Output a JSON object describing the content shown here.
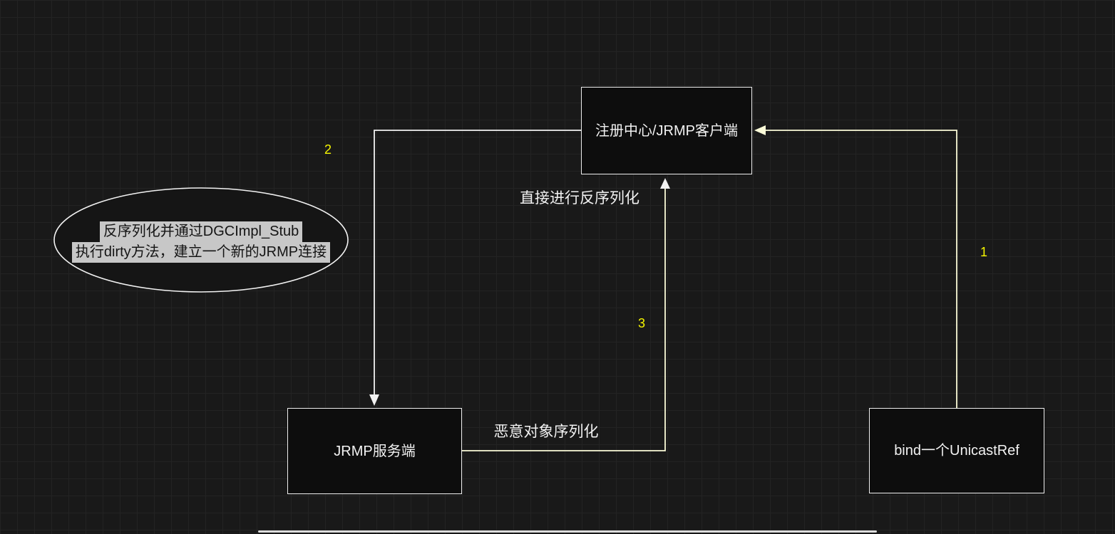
{
  "canvas": {
    "background": "#191919",
    "grid_color": "#232323"
  },
  "nodes": {
    "registry": {
      "label": "注册中心/JRMP客户端"
    },
    "jrmp_server": {
      "label": "JRMP服务端"
    },
    "bind_unicastref": {
      "label": "bind一个UnicastRef"
    }
  },
  "note": {
    "line1": "反序列化并通过DGCImpl_Stub",
    "line2": "执行dirty方法，建立一个新的JRMP连接"
  },
  "edges": {
    "step1": {
      "number": "1"
    },
    "step2": {
      "number": "2"
    },
    "step3": {
      "number": "3",
      "label": "恶意对象序列化"
    },
    "deserialize": {
      "label": "直接进行反序列化"
    }
  },
  "colors": {
    "line_white": "#f2f2f2",
    "line_yellow": "#fbfbd8",
    "label_yellow": "#f5f500",
    "node_border": "#ededed",
    "highlight_bg": "#c7c7c7",
    "highlight_text": "#141414"
  }
}
